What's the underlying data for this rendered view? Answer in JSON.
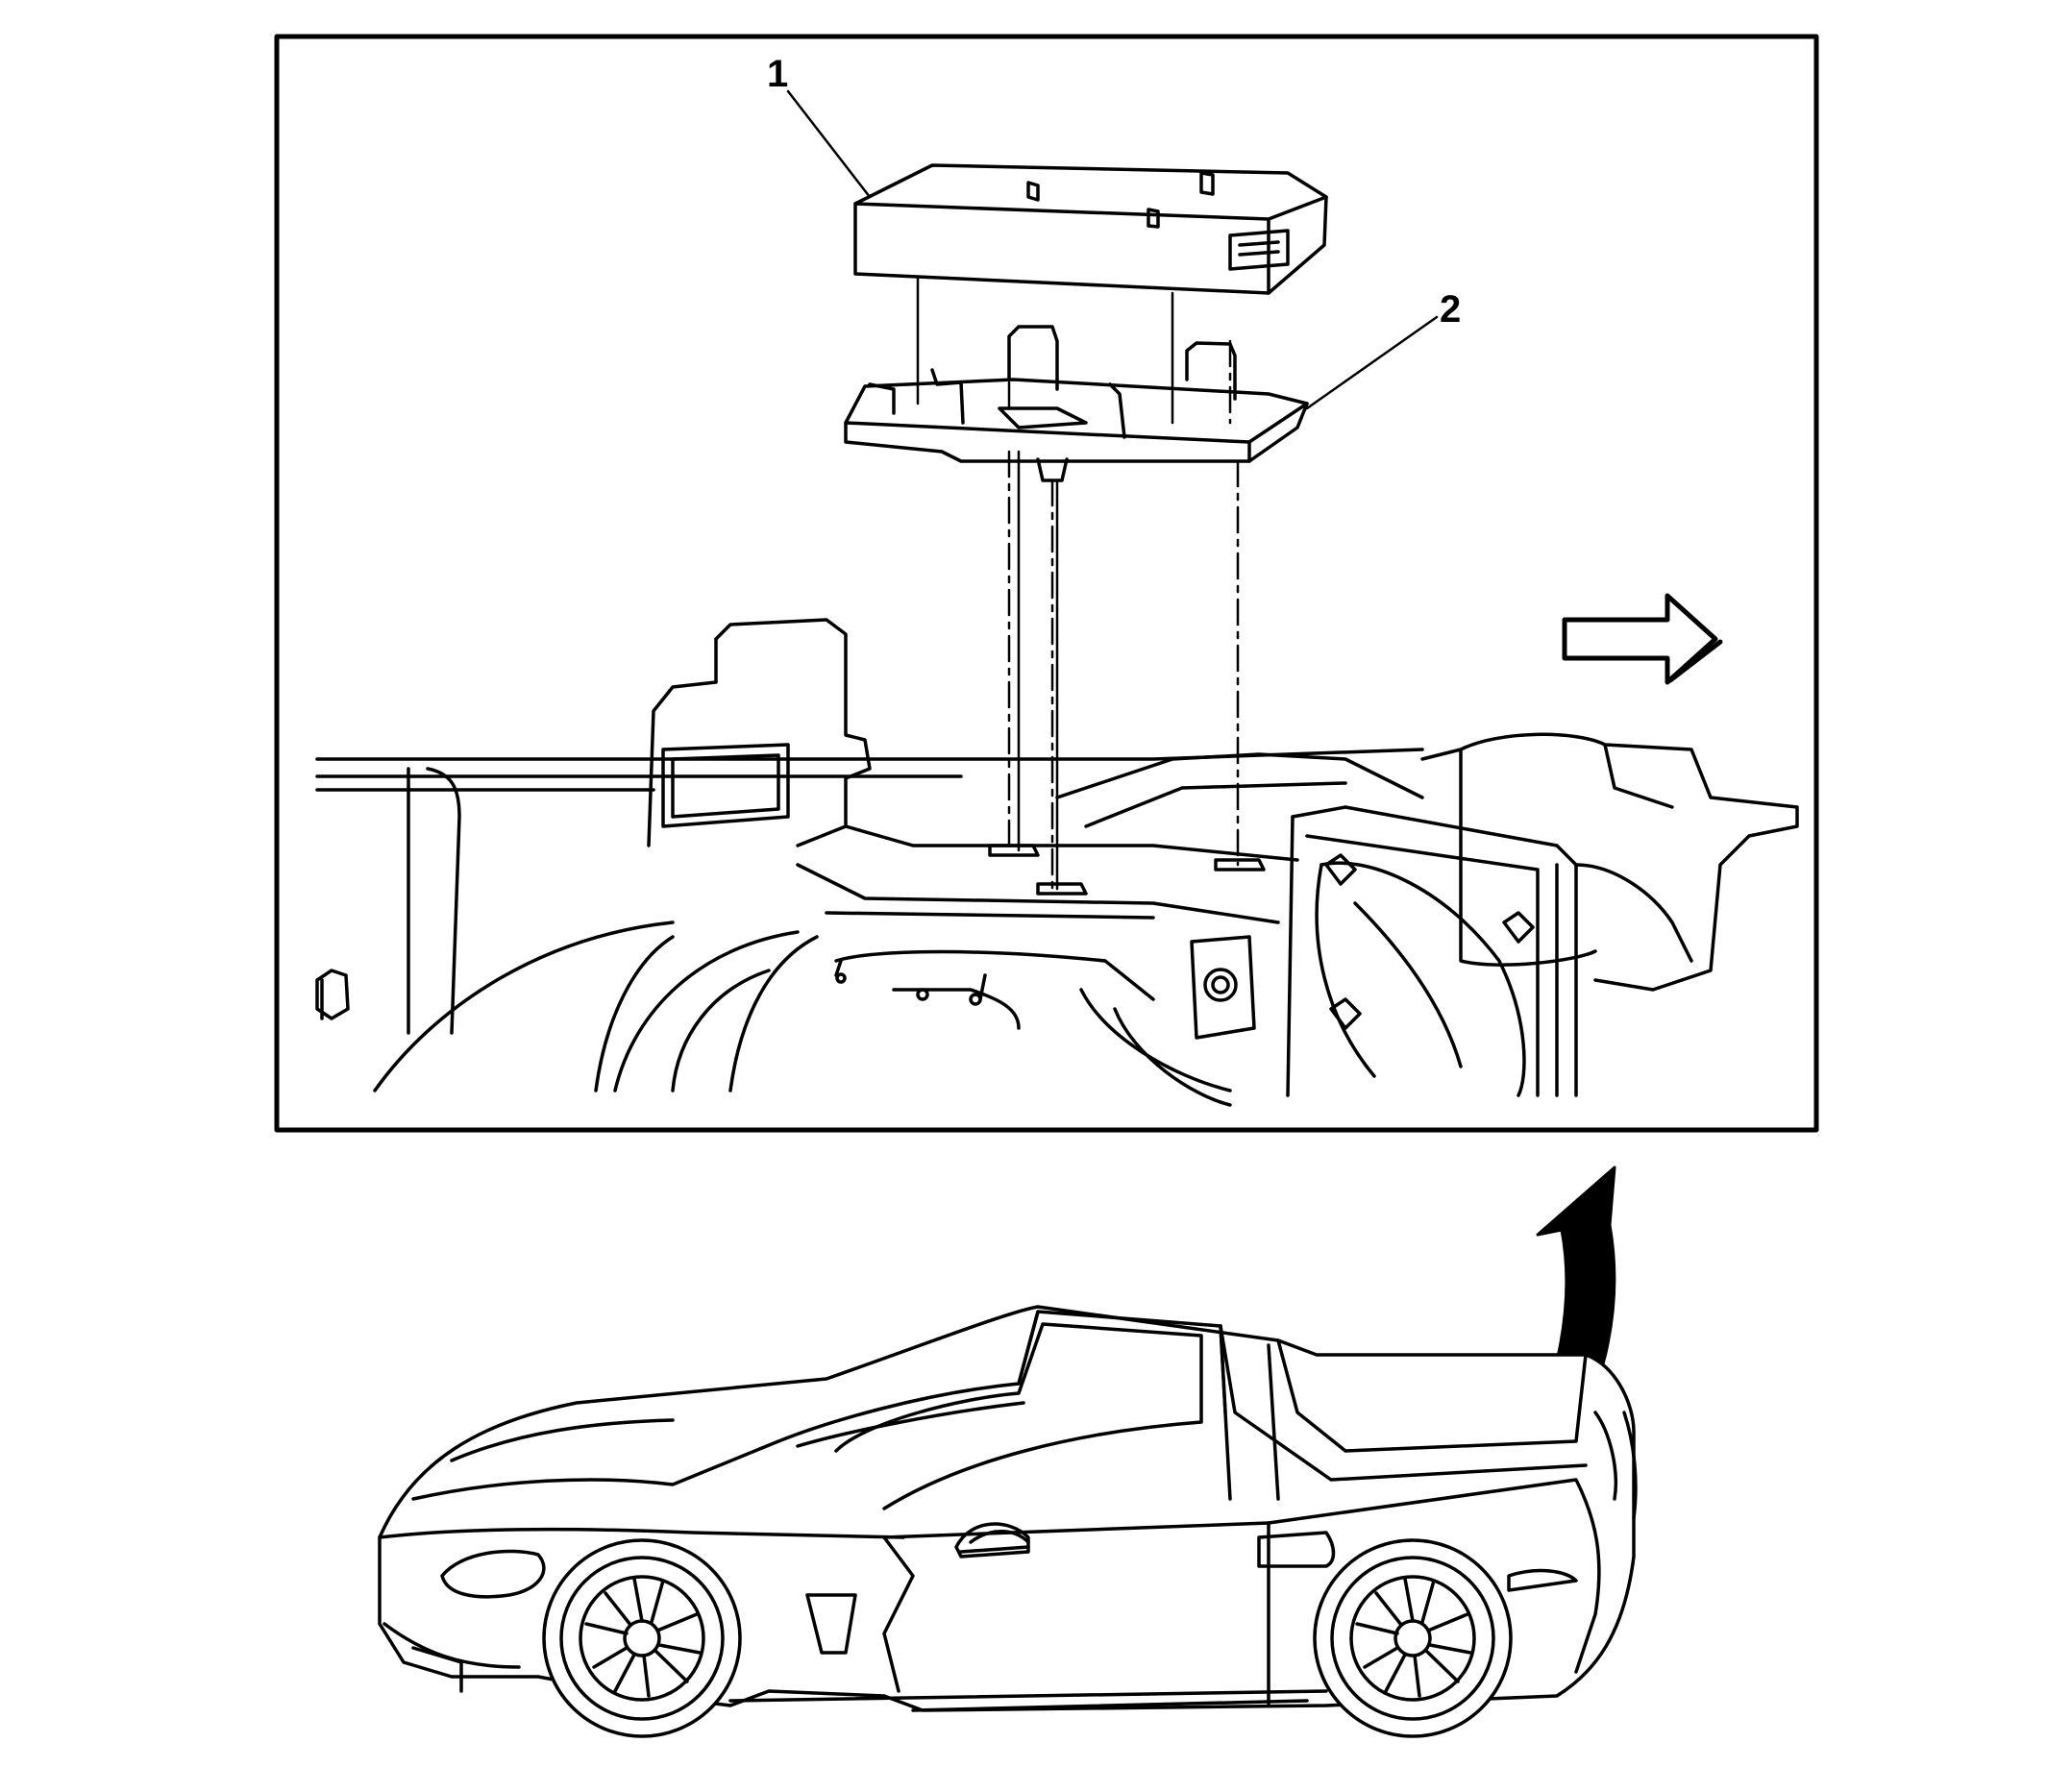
{
  "diagram": {
    "callouts": [
      {
        "id": "1",
        "label": "1",
        "refers_to": "module"
      },
      {
        "id": "2",
        "label": "2",
        "refers_to": "bracket"
      }
    ],
    "icons": [
      "front-direction-arrow-icon",
      "detail-location-arrow-icon"
    ],
    "colors": {
      "ink": "#000000",
      "background": "#ffffff"
    }
  }
}
